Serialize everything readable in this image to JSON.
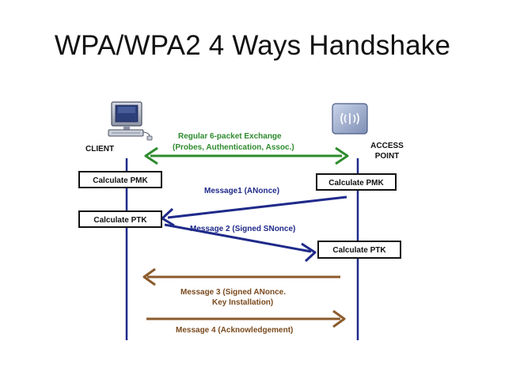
{
  "slide": {
    "title": "WPA/WPA2 4 Ways Handshake"
  },
  "diagram": {
    "client_label": "CLIENT",
    "access_point_label_line1": "ACCESS",
    "access_point_label_line2": "POINT",
    "exchange_line1": "Regular 6-packet Exchange",
    "exchange_line2": "(Probes, Authentication, Assoc.)",
    "client_box_pmk": "Calculate PMK",
    "ap_box_pmk": "Calculate PMK",
    "client_box_ptk": "Calculate PTK",
    "ap_box_ptk": "Calculate PTK",
    "message1": "Message1 (ANonce)",
    "message2": "Message 2 (Signed SNonce)",
    "message3_line1": "Message 3 (Signed ANonce.",
    "message3_line2": "Key Installation)",
    "message4": "Message 4 (Acknowledgement)",
    "colors": {
      "lifeline": "#1f2a8a",
      "green_arrow": "#2e8b2e",
      "blue_arrow": "#1f2a8a",
      "brown_arrow": "#8b5a2b",
      "green_text": "#2e8b2e",
      "blue_text": "#1f2a8a",
      "brown_text": "#7a4a1e"
    }
  }
}
